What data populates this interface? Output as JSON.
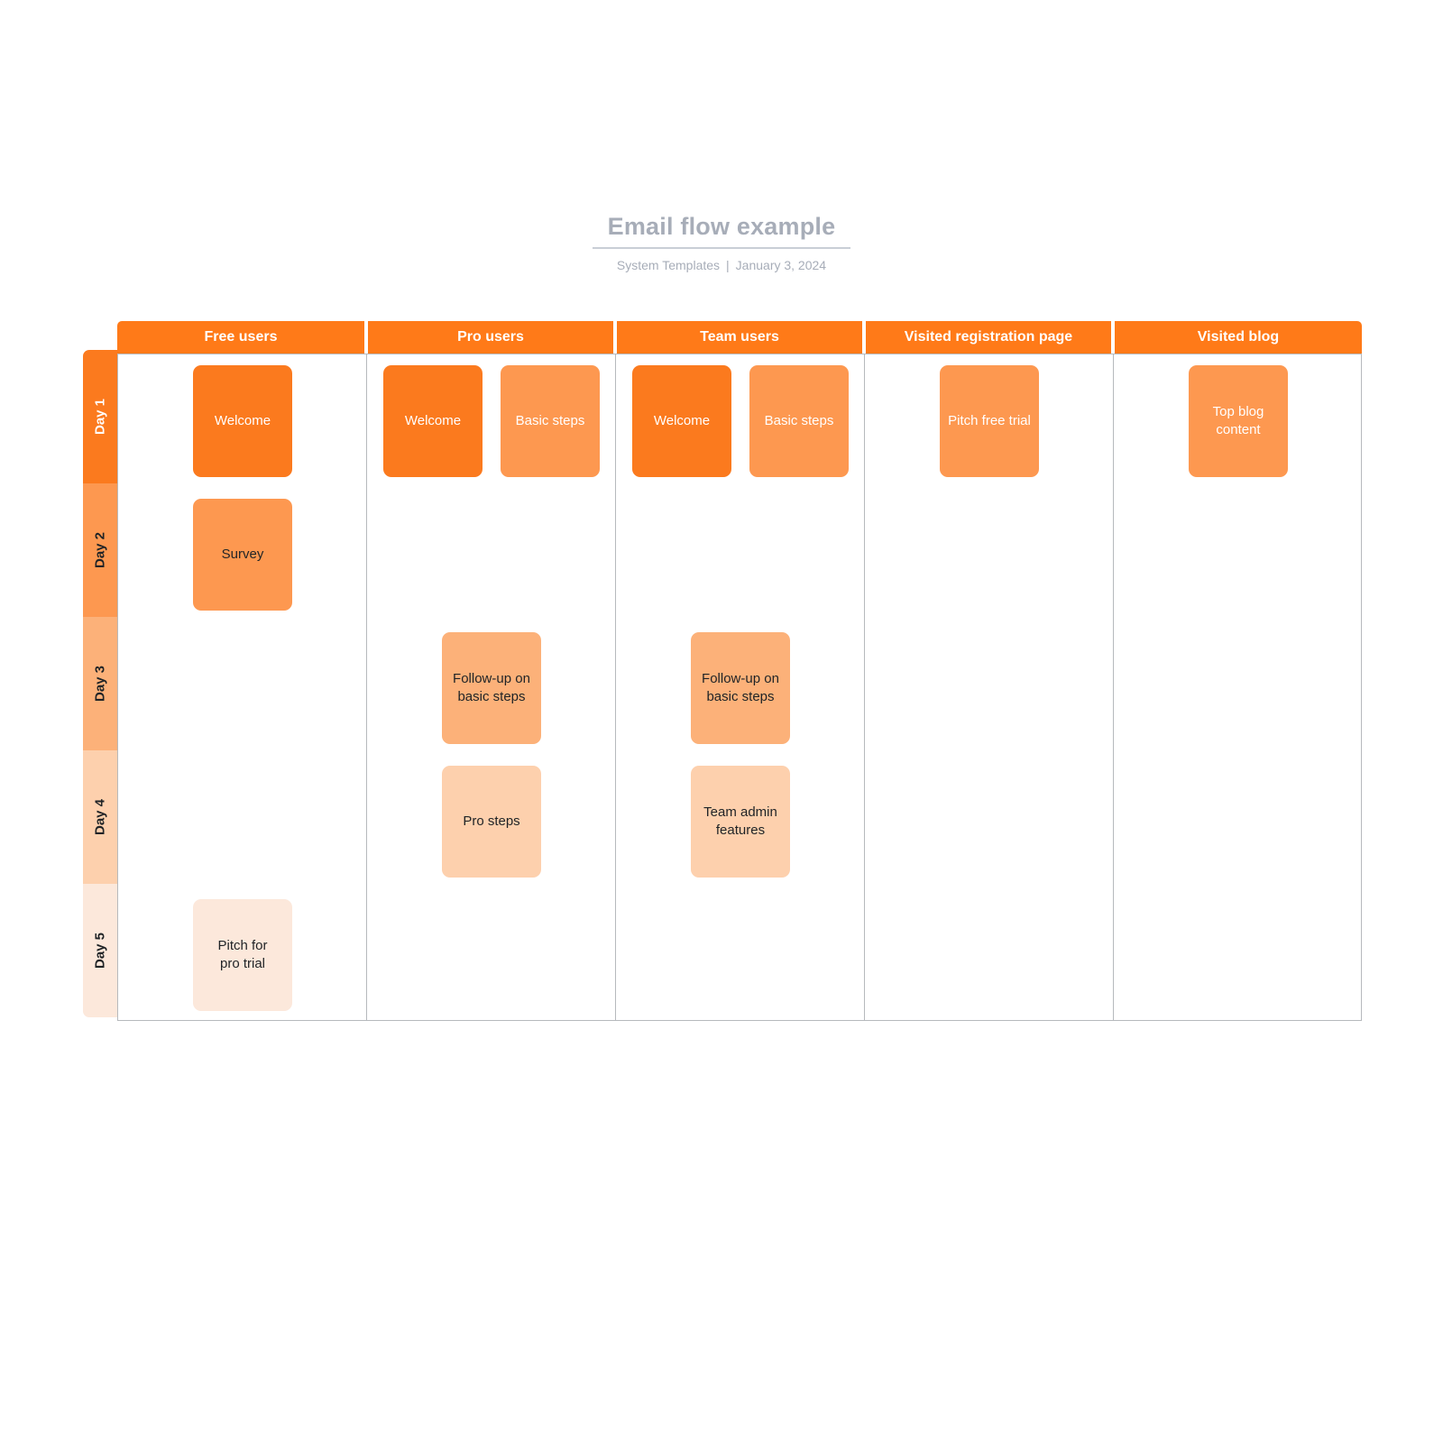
{
  "header": {
    "title": "Email flow example",
    "author": "System Templates",
    "separator": "|",
    "date": "January 3, 2024"
  },
  "palette": {
    "header_orange": "#FF7A18",
    "day1": "#FB7A1E",
    "day2": "#FD9850",
    "day3": "#FCB179",
    "day4": "#FDD0AD",
    "day5": "#FCE8DB",
    "grid_line": "#b6b9bd",
    "title_gray": "#a7adb8",
    "text_dark": "#1f2326",
    "text_light": "#ffffff"
  },
  "rows": [
    {
      "label": "Day 1",
      "bg": "#FB7A1E",
      "text": "#ffffff"
    },
    {
      "label": "Day 2",
      "bg": "#FD9850",
      "text": "#1f2326"
    },
    {
      "label": "Day 3",
      "bg": "#FCB179",
      "text": "#1f2326"
    },
    {
      "label": "Day 4",
      "bg": "#FDD0AD",
      "text": "#1f2326"
    },
    {
      "label": "Day 5",
      "bg": "#FCE8DB",
      "text": "#1f2326"
    }
  ],
  "columns": [
    {
      "label": "Free users"
    },
    {
      "label": "Pro users"
    },
    {
      "label": "Team users"
    },
    {
      "label": "Visited registration page"
    },
    {
      "label": "Visited blog"
    }
  ],
  "cards": [
    {
      "label": "Welcome",
      "column": 0,
      "row": 0,
      "slot": "single",
      "bg": "#FB7A1E",
      "text": "#ffffff"
    },
    {
      "label": "Survey",
      "column": 0,
      "row": 1,
      "slot": "single",
      "bg": "#FD9850",
      "text": "#1f2326"
    },
    {
      "label": "Pitch for\npro trial",
      "column": 0,
      "row": 4,
      "slot": "single",
      "bg": "#FCE8DB",
      "text": "#1f2326"
    },
    {
      "label": "Welcome",
      "column": 1,
      "row": 0,
      "slot": "left",
      "bg": "#FB7A1E",
      "text": "#ffffff"
    },
    {
      "label": "Basic steps",
      "column": 1,
      "row": 0,
      "slot": "right",
      "bg": "#FD9850",
      "text": "#ffffff"
    },
    {
      "label": "Follow-up on\nbasic steps",
      "column": 1,
      "row": 2,
      "slot": "center",
      "bg": "#FCB179",
      "text": "#1f2326"
    },
    {
      "label": "Pro steps",
      "column": 1,
      "row": 3,
      "slot": "center",
      "bg": "#FDD0AD",
      "text": "#1f2326"
    },
    {
      "label": "Welcome",
      "column": 2,
      "row": 0,
      "slot": "left",
      "bg": "#FB7A1E",
      "text": "#ffffff"
    },
    {
      "label": "Basic steps",
      "column": 2,
      "row": 0,
      "slot": "right",
      "bg": "#FD9850",
      "text": "#ffffff"
    },
    {
      "label": "Follow-up on\nbasic steps",
      "column": 2,
      "row": 2,
      "slot": "center",
      "bg": "#FCB179",
      "text": "#1f2326"
    },
    {
      "label": "Team admin\nfeatures",
      "column": 2,
      "row": 3,
      "slot": "center",
      "bg": "#FDD0AD",
      "text": "#1f2326"
    },
    {
      "label": "Pitch free trial",
      "column": 3,
      "row": 0,
      "slot": "single",
      "bg": "#FD9850",
      "text": "#ffffff"
    },
    {
      "label": "Top blog\ncontent",
      "column": 4,
      "row": 0,
      "slot": "single",
      "bg": "#FD9850",
      "text": "#ffffff"
    }
  ]
}
